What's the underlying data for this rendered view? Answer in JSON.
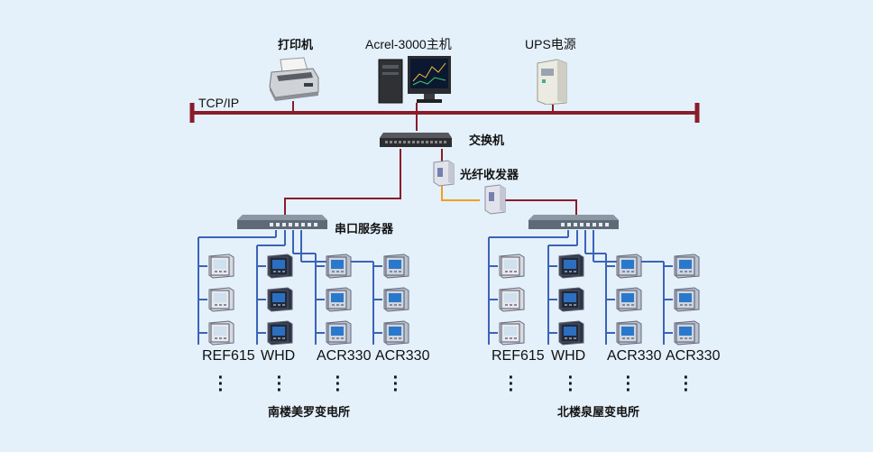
{
  "labels": {
    "printer": "打印机",
    "host": "Acrel-3000主机",
    "ups": "UPS电源",
    "tcp": "TCP/IP",
    "switch": "交换机",
    "fiber": "光纤收发器",
    "serial": "串口服务器"
  },
  "left_group": {
    "name": "南楼美罗变电所",
    "columns": [
      "REF615",
      "WHD",
      "ACR330",
      "ACR330"
    ]
  },
  "right_group": {
    "name": "北楼泉屋变电所",
    "columns": [
      "REF615",
      "WHD",
      "ACR330",
      "ACR330"
    ]
  },
  "colors": {
    "bus": "#8a1c2b",
    "network": "#8a1c2b",
    "rs485": "#3b63b8",
    "fiber": "#f0a020",
    "background": "#e4f0fa"
  }
}
